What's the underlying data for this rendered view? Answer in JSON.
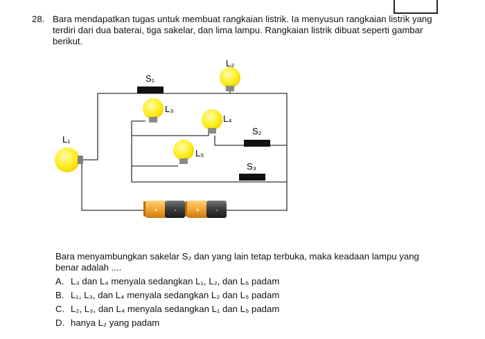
{
  "question": {
    "number": "28.",
    "text": "Bara mendapatkan tugas untuk membuat rangkaian listrik. Ia menyusun rangkaian listrik yang terdiri dari dua baterai, tiga sakelar, dan lima lampu. Rangkaian listrik dibuat seperti gambar berikut.",
    "prompt": "Bara menyambungkan sakelar S₂ dan yang lain tetap terbuka, maka keadaan lampu yang benar adalah ....",
    "options": [
      {
        "letter": "A.",
        "text": "L₃ dan L₄ menyala sedangkan L₁, L₂, dan L₅ padam"
      },
      {
        "letter": "B.",
        "text": "L₁, L₃, dan L₄ menyala sedangkan L₂ dan L₅ padam"
      },
      {
        "letter": "C.",
        "text": "L₂, L₃, dan L₄ menyala sedangkan L₁ dan L₅ padam"
      },
      {
        "letter": "D.",
        "text": "hanya L₂ yang padam"
      }
    ]
  },
  "circuit": {
    "lamps": [
      "L₁",
      "L₂",
      "L₃",
      "L₄",
      "L₅"
    ],
    "switches": [
      "S₁",
      "S₂",
      "S₃"
    ],
    "battery_signs": [
      "+",
      "-",
      "+",
      "-"
    ]
  },
  "colors": {
    "bulb": "#ffee22",
    "bulb_base": "#8a8a8a",
    "switch": "#111111",
    "battery_orange": "#f3a430",
    "battery_dark": "#3a3a3a",
    "wire": "#333333"
  }
}
